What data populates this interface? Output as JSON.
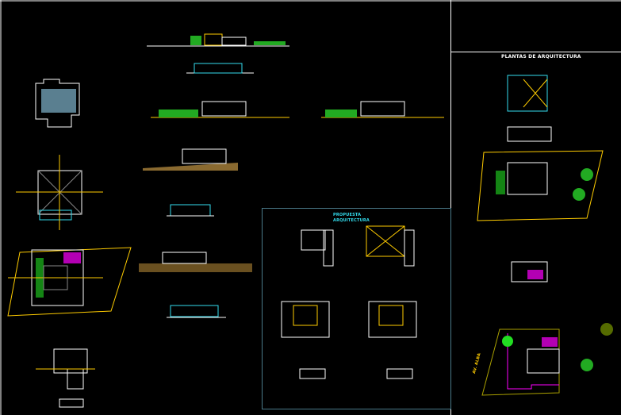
{
  "sheet": {
    "background": "#000000",
    "frame_color": "#ffffff",
    "panel_color": "#4a7a8a"
  },
  "right_panel": {
    "title": "PLANTAS DE ARQUITECTURA",
    "street_label": "AV. ALBA"
  },
  "center_panel": {
    "title_line1": "PROPUESTA",
    "title_line2": "ARQUITECTURA"
  },
  "colors": {
    "wall": "#ffffff",
    "accent_cyan": "#33ddee",
    "accent_yellow": "#ffcc00",
    "accent_magenta": "#ff00ff",
    "vegetation": "#22dd22",
    "terrain": "#8a6a30"
  }
}
